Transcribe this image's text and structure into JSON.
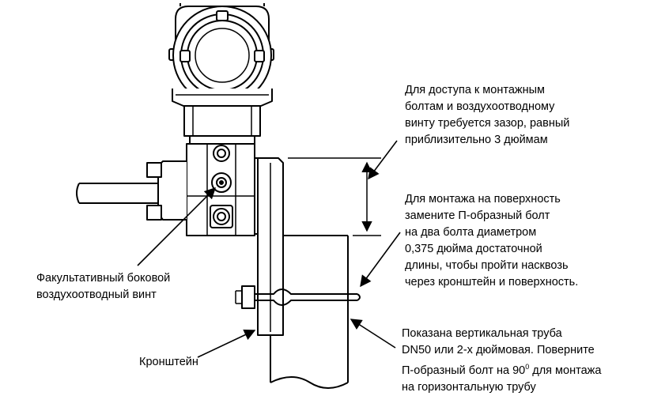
{
  "labels": {
    "clearance": {
      "lines": [
        "Для доступа к монтажным",
        "болтам и воздухоотводному",
        "винту требуется зазор, равный",
        "приблизительно 3 дюймам"
      ]
    },
    "surface_mount": {
      "lines": [
        "Для монтажа на поверхность",
        "замените П-образный болт",
        "на два болта диаметром",
        "0,375 дюйма достаточной",
        "длины, чтобы пройти  насквозь",
        "через кронштейн и поверхность."
      ]
    },
    "vent_screw": {
      "lines": [
        "Факультативный боковой",
        "воздухоотводный винт"
      ]
    },
    "bracket": {
      "text": "Кронштейн"
    },
    "pipe": {
      "lines": [
        "Показана вертикальная труба",
        "DN50 или 2-х дюймовая. Поверните"
      ],
      "line3_before": "П-образный болт на 90",
      "line3_degree": "0",
      "line3_after": " для монтажа",
      "line4": "на горизонтальную трубу"
    }
  },
  "colors": {
    "ink": "#000000",
    "background": "#ffffff"
  }
}
